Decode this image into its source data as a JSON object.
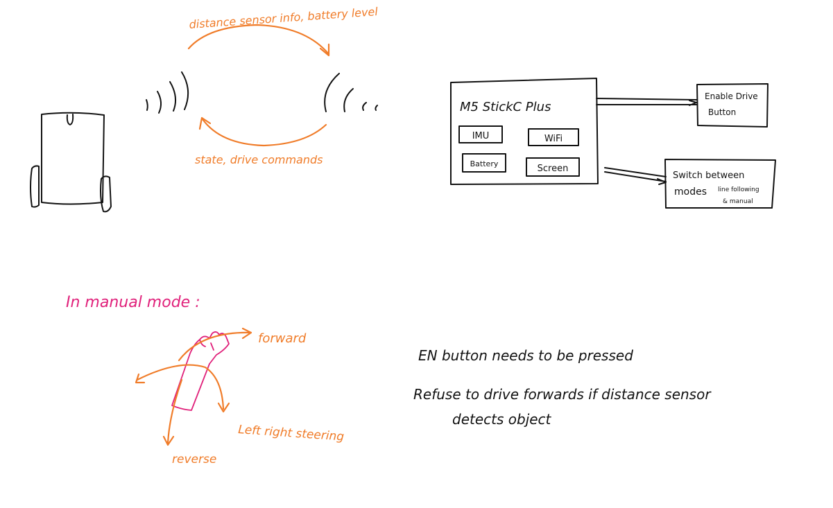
{
  "comm": {
    "top_arrow_label": "distance sensor info, battery level",
    "bottom_arrow_label": "state, drive commands"
  },
  "m5": {
    "title": "M5 StickC Plus",
    "modules": [
      "IMU",
      "WiFi",
      "Battery",
      "Screen"
    ]
  },
  "peripherals": {
    "enable_button": [
      "Enable Drive",
      "Button"
    ],
    "mode_switch": [
      "Switch between",
      "modes",
      "line following",
      "& manual"
    ]
  },
  "manual_mode": {
    "heading": "In manual mode :",
    "forward": "forward",
    "steering": "Left right steering",
    "reverse": "reverse"
  },
  "notes": [
    "EN button needs to be pressed",
    "Refuse to drive forwards if distance sensor",
    "detects object"
  ],
  "colors": {
    "orange": "#f07c29",
    "pink": "#e0207a",
    "ink": "#111111"
  }
}
